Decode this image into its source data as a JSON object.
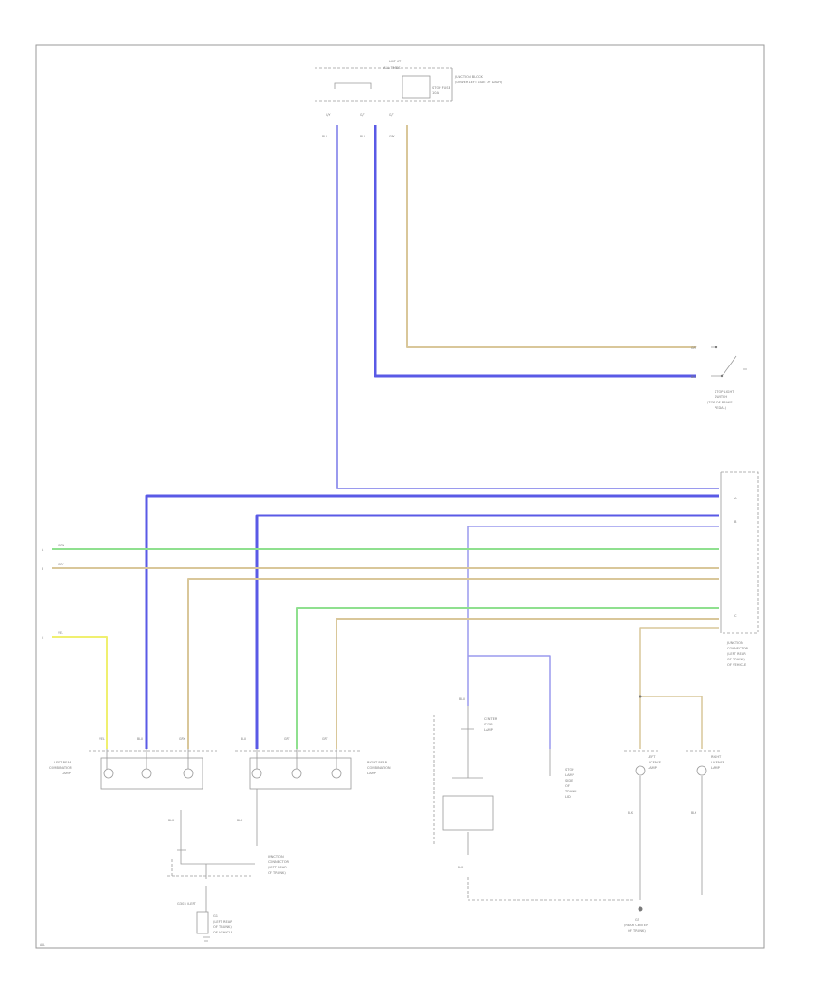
{
  "colors": {
    "blue_wire": "#5a5ae6",
    "light_blue_wire": "#9a9aee",
    "tan_wire": "#d9c79a",
    "green_wire": "#8fe08f",
    "yellow_wire": "#f0f070",
    "frame": "#9a9a9a"
  },
  "labels": {
    "fuse_header_1": "HOT AT",
    "fuse_header_2": "ALL TIMES",
    "fuse_desc_1": "JUNCTION BLOCK",
    "fuse_desc_2": "(LOWER LEFT SIDE OF DASH)",
    "fuse_desc_3": "STOP FUSE",
    "fuse_desc_4": "10A",
    "wire_top_1": "G/Y",
    "wire_top_2": "G/Y",
    "wire_top_3": "G/Y",
    "wire_top_4": "BLU",
    "wire_top_5": "BLU",
    "wire_top_6": "GRY",
    "switch_wire_1": "GRY",
    "switch_wire_2": "BLU",
    "stop_switch_1": "STOP LIGHT",
    "stop_switch_2": "SWITCH",
    "stop_switch_3": "(TOP OF BRAKE",
    "stop_switch_4": "PEDAL)",
    "right_conn_1": "JUNCTION",
    "right_conn_2": "CONNECTOR",
    "right_conn_3": "(LEFT REAR",
    "right_conn_4": "OF TRUNK)",
    "right_conn_5": "OF VEHICLE",
    "left_wire_1": "GRN",
    "left_wire_2": "GRY",
    "left_wire_3": "YEL",
    "lamp_left_1": "LEFT REAR",
    "lamp_left_2": "COMBINATION",
    "lamp_left_3": "LAMP",
    "lamp_right_1": "RIGHT REAR",
    "lamp_right_2": "COMBINATION",
    "lamp_right_3": "LAMP",
    "lamp_wire_1": "YEL",
    "lamp_wire_2": "BLU",
    "lamp_wire_3": "GRY",
    "lamp_wire_4": "BLU",
    "lamp_wire_5": "GRY",
    "lamp_wire_6": "GRY",
    "center_lamp_1": "CENTER",
    "center_lamp_2": "STOP",
    "center_lamp_3": "LAMP",
    "center_wire": "BLU",
    "center_desc_1": "STOP",
    "center_desc_2": "LAMP",
    "center_desc_3": "SIDE",
    "center_desc_4": "OF",
    "center_desc_5": "TRUNK",
    "center_desc_6": "LID",
    "license_left_1": "LEFT",
    "license_left_2": "LICENSE",
    "license_left_3": "LAMP",
    "license_right_1": "RIGHT",
    "license_right_2": "LICENSE",
    "license_right_3": "LAMP",
    "ground_wire_1": "BLK",
    "ground_wire_2": "BLK",
    "ground_wire_3": "BLK",
    "ground_wire_4": "BLK",
    "ground_wire_5": "BLK",
    "junction_bottom_1": "JUNCTION",
    "junction_bottom_2": "CONNECTOR",
    "junction_bottom_3": "(LEFT REAR",
    "junction_bottom_4": "OF TRUNK)",
    "ground_bottom_1": "G5",
    "ground_bottom_2": "(REAR CENTER",
    "ground_bottom_3": "OF TRUNK)",
    "ground_main_1": "G1",
    "ground_main_2": "(LEFT REAR",
    "ground_main_3": "OF TRUNK)",
    "ground_main_4": "OF VEHICLE",
    "bottom_conn_1": "G303 (LEFT",
    "bottom_conn_2": "ALL"
  }
}
